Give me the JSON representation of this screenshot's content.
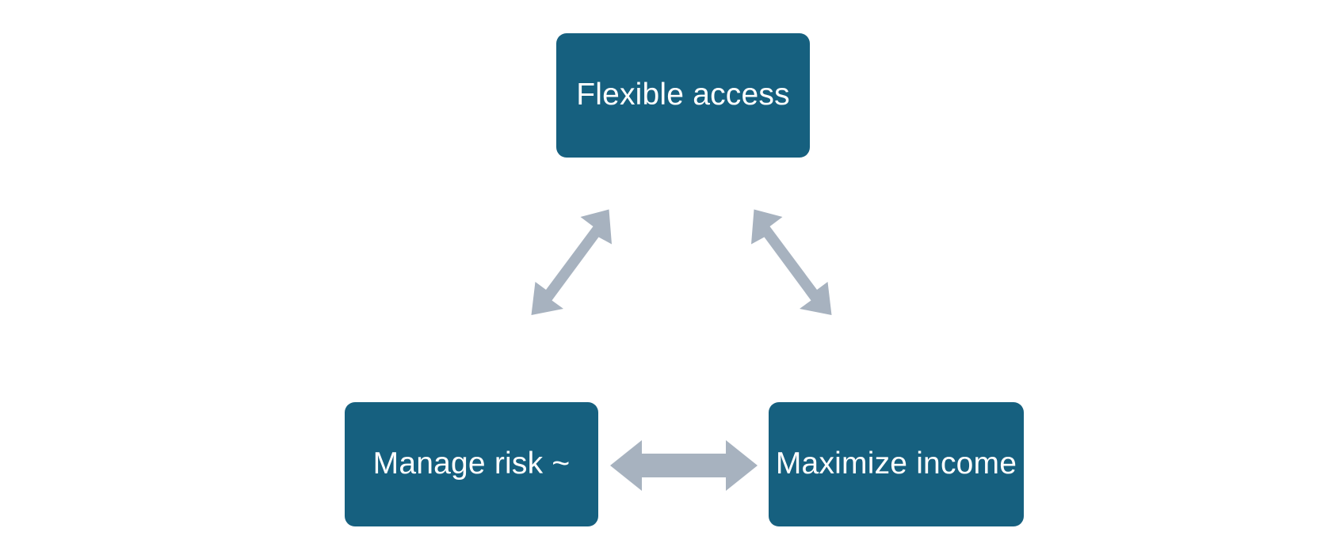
{
  "diagram": {
    "title": "Flexible access / Manage risk / Maximize income triangle",
    "background_color": "#FFFFFF",
    "node_color": "#16607F",
    "node_text_color": "#FFFFFF",
    "arrow_color": "#A7B2BF",
    "nodes": [
      {
        "id": "flexible-access",
        "label": "Flexible access",
        "position": "top-center"
      },
      {
        "id": "manage-risk",
        "label": "Manage risk ~",
        "position": "bottom-left"
      },
      {
        "id": "maximize-income",
        "label": "Maximize income",
        "position": "bottom-right"
      }
    ],
    "connectors": [
      {
        "id": "left-diagonal",
        "from": "manage-risk",
        "to": "flexible-access",
        "style": "double-headed-arrow",
        "orientation": "diagonal-up-right"
      },
      {
        "id": "right-diagonal",
        "from": "flexible-access",
        "to": "maximize-income",
        "style": "double-headed-arrow",
        "orientation": "diagonal-down-right"
      },
      {
        "id": "bottom-horizontal",
        "from": "manage-risk",
        "to": "maximize-income",
        "style": "double-headed-arrow",
        "orientation": "horizontal"
      }
    ]
  }
}
